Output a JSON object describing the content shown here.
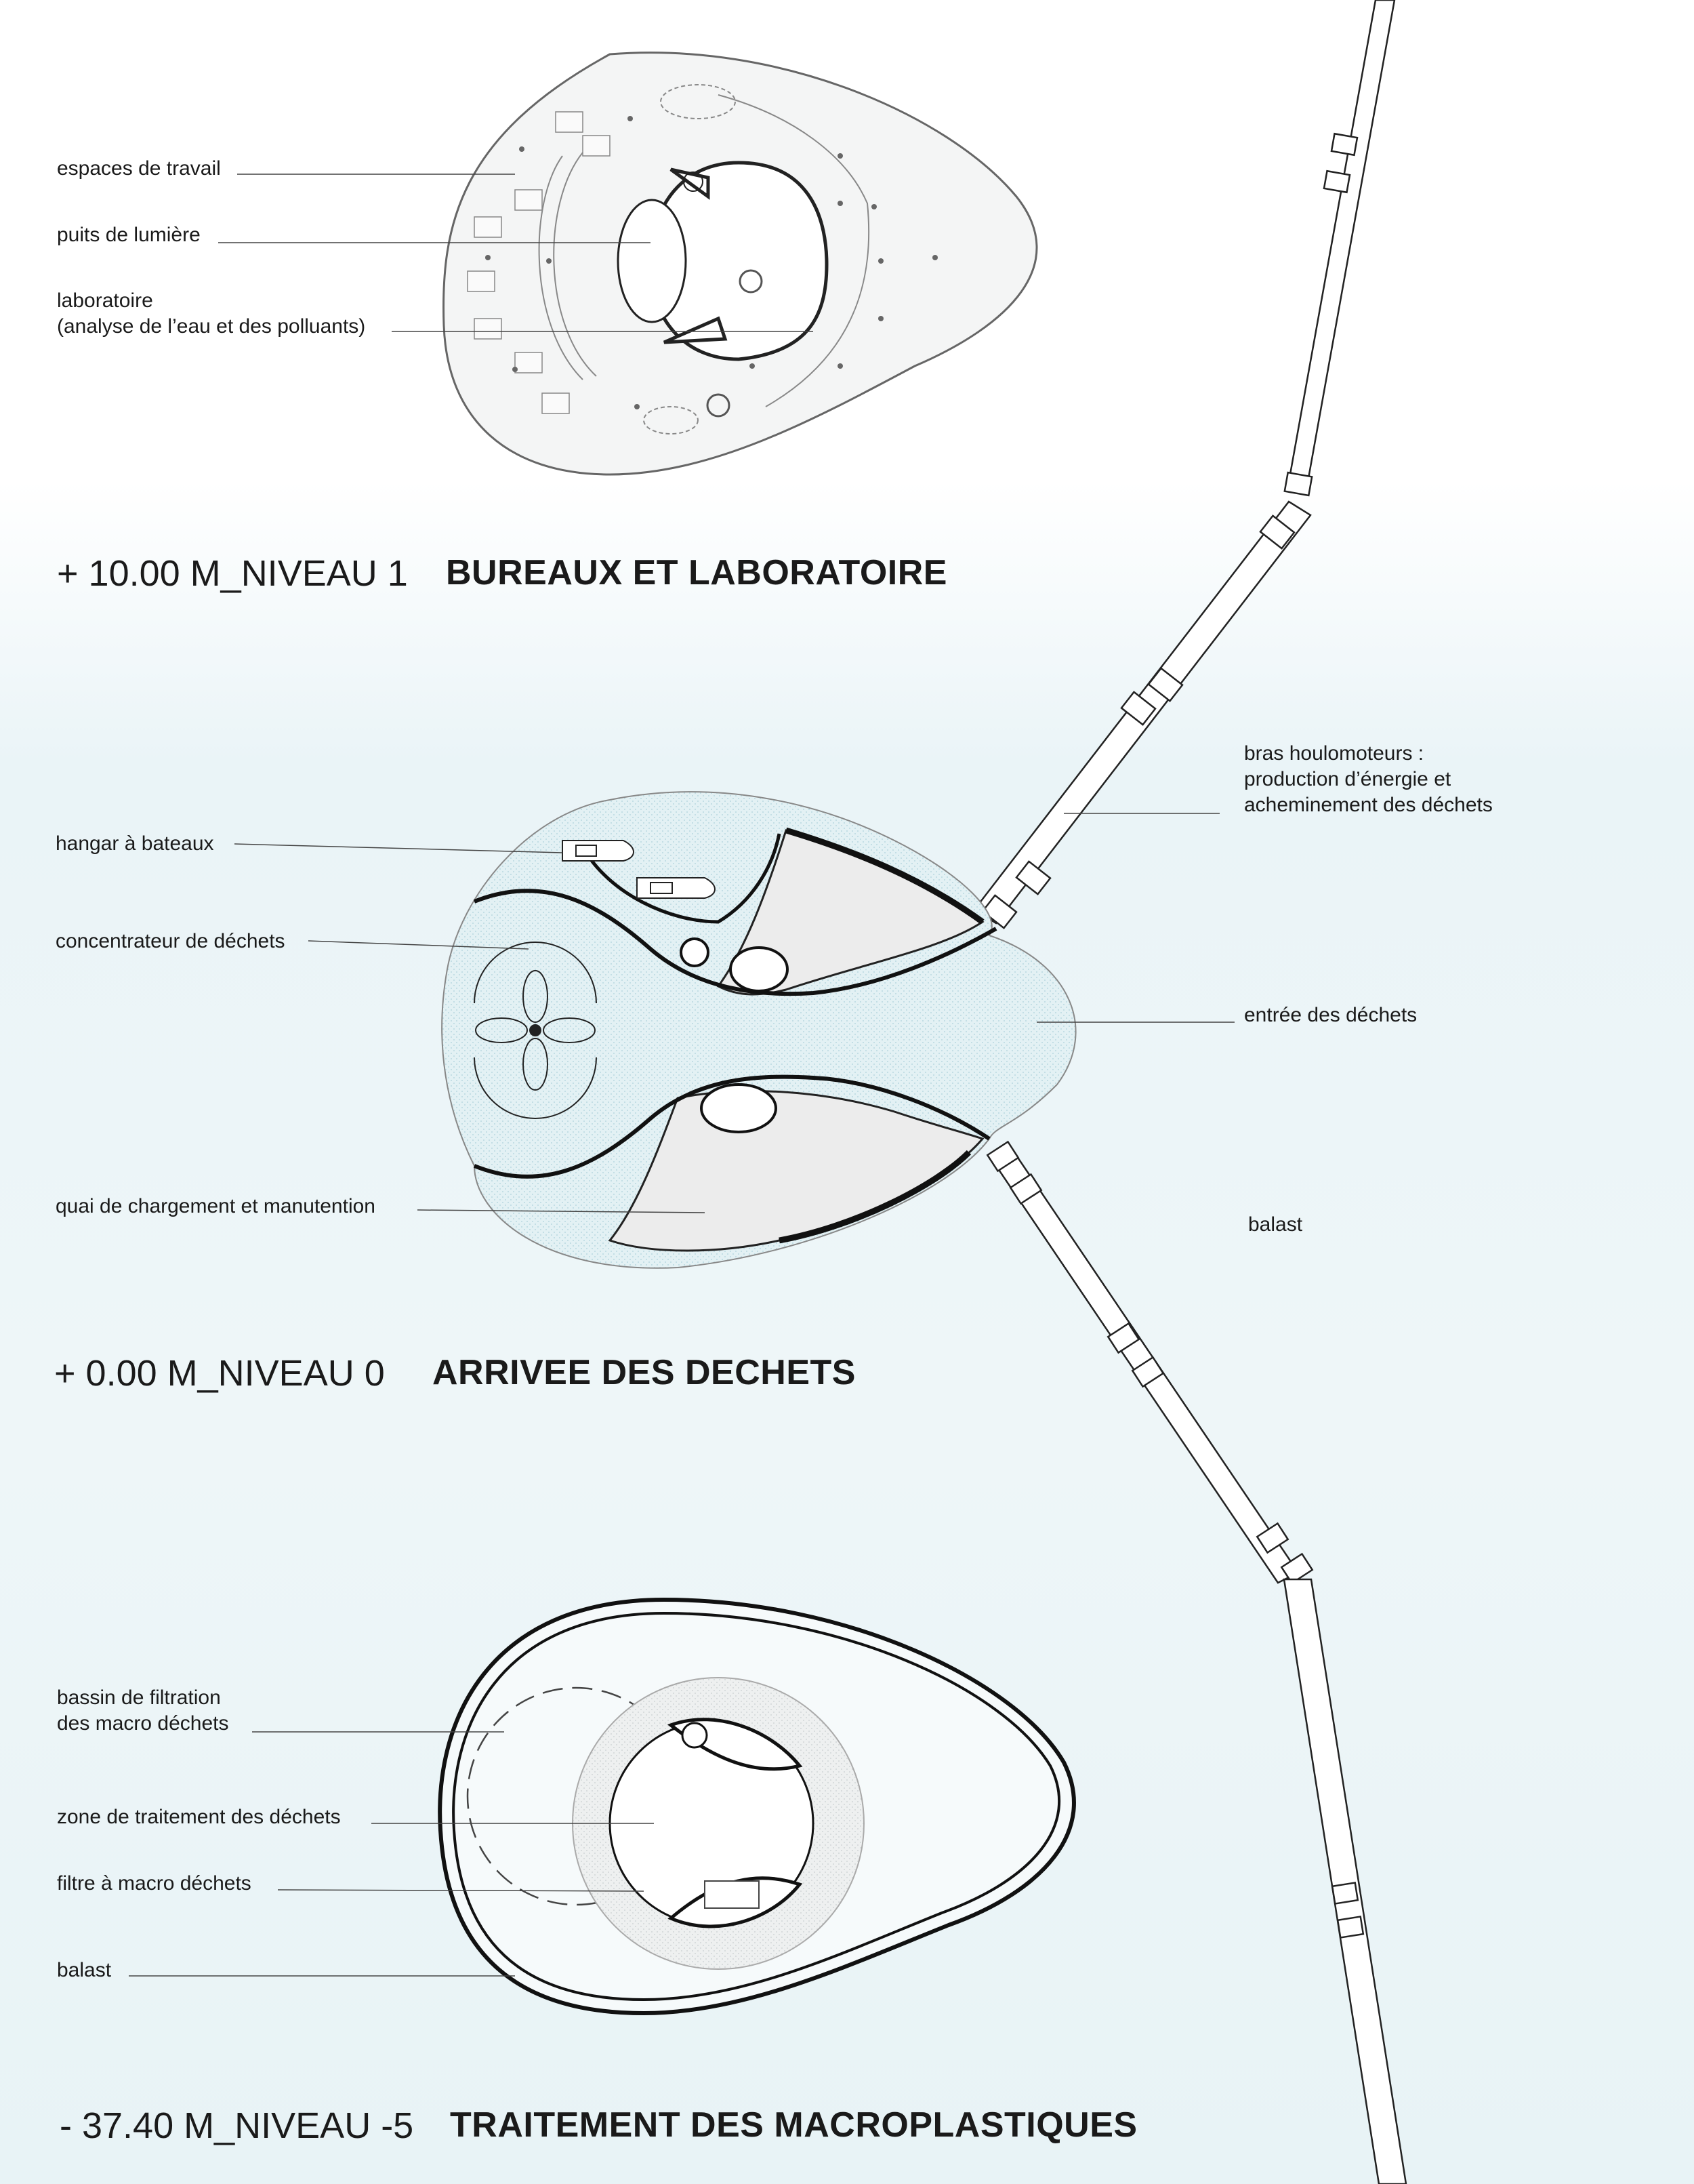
{
  "level1": {
    "elevation": "+ 10.00 M_NIVEAU 1",
    "title": "BUREAUX ET LABORATOIRE",
    "labels": {
      "workspaces": "espaces de travail",
      "lightwell": "puits de lumière",
      "lab_line1": "laboratoire",
      "lab_line2": "(analyse de l’eau et des polluants)"
    }
  },
  "level0": {
    "elevation": "+ 0.00 M_NIVEAU 0",
    "title": "ARRIVEE DES DECHETS",
    "labels": {
      "boat_hangar": "hangar à bateaux",
      "concentrator": "concentrateur de déchets",
      "loading_dock": "quai de chargement et manutention",
      "arms_line1": "bras houlomoteurs :",
      "arms_line2": "production d’énergie  et",
      "arms_line3": "acheminement des déchets",
      "waste_entry": "entrée des déchets",
      "ballast": "balast"
    }
  },
  "level_minus5": {
    "elevation": "- 37.40 M_NIVEAU -5",
    "title": "TRAITEMENT DES MACROPLASTIQUES",
    "labels": {
      "basin_line1": "bassin de filtration",
      "basin_line2": "des macro déchets",
      "treatment_zone": "zone de traitement des déchets",
      "macro_filter": "filtre à macro déchets",
      "ballast": "balast"
    }
  },
  "colors": {
    "water_tint": "#eaf4f7",
    "water_hatch": "#d3e9ee",
    "floor_grey": "#ececec",
    "line": "#222222"
  }
}
